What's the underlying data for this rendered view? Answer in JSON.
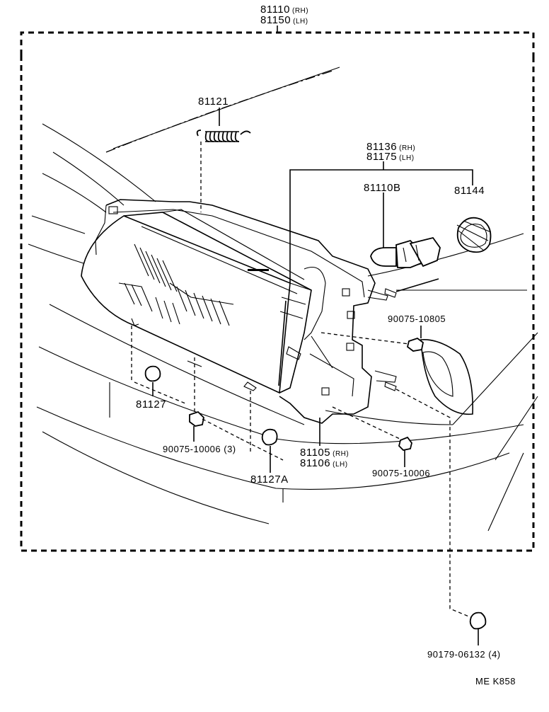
{
  "labels": {
    "assy_rh": "81110",
    "assy_rh_tag": "(RH)",
    "assy_lh": "81150",
    "assy_lh_tag": "(LH)",
    "spring": "81121",
    "bulb_rh": "81136",
    "bulb_rh_tag": "(RH)",
    "bulb_lh": "81175",
    "bulb_lh_tag": "(LH)",
    "bulb": "81110B",
    "socket": "81144",
    "bolt_upper": "90075-10805",
    "grommet_left": "81127",
    "nut_left": "90075-10006 (3)",
    "bracket_rh": "81105",
    "bracket_rh_tag": "(RH)",
    "bracket_lh": "81106",
    "bracket_lh_tag": "(LH)",
    "grommet_right": "81127A",
    "nut_right": "90075-10006",
    "nut_bottom": "90179-06132 (4)",
    "ref_code": "ME  K858"
  }
}
